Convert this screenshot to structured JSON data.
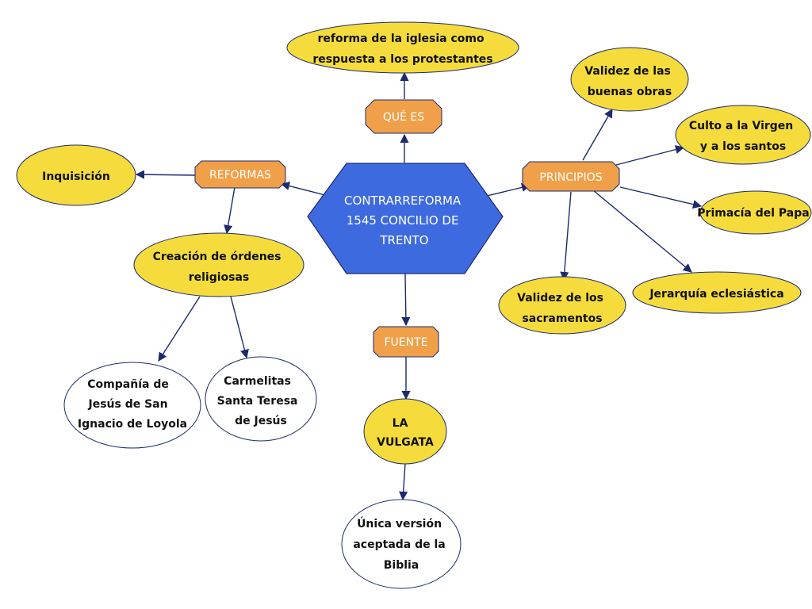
{
  "colors": {
    "yellow": "#f5dc3c",
    "orange": "#f0a048",
    "blue": "#3e6ae0",
    "white": "#ffffff",
    "stroke": "#1c2a6e"
  },
  "center": {
    "lines": [
      "CONTRARREFORMA",
      "1545 CONCILIO DE",
      "TRENTO"
    ]
  },
  "branches": {
    "que_es": "QUÉ ES",
    "reformas": "REFORMAS",
    "principios": "PRINCIPIOS",
    "fuente": "FUENTE"
  },
  "nodes": {
    "reforma": [
      "reforma de la iglesia como",
      "respuesta a los protestantes"
    ],
    "inquisicion": [
      "Inquisición"
    ],
    "creacion": [
      "Creación de órdenes",
      "religiosas"
    ],
    "compania": [
      "Compañía de",
      "Jesús de San",
      "Ignacio de Loyola"
    ],
    "carmelitas": [
      "Carmelitas",
      "Santa Teresa",
      "de Jesús"
    ],
    "vulgata": [
      "LA",
      "VULGATA"
    ],
    "unica": [
      "Única versión",
      "aceptada de la",
      "Biblia"
    ],
    "validez_obras": [
      "Validez de las",
      "buenas obras"
    ],
    "culto": [
      "Culto a la Virgen",
      "y a los santos"
    ],
    "primacia": [
      "Primacía del Papa"
    ],
    "jerarquia": [
      "Jerarquía eclesiástica"
    ],
    "validez_sacramentos": [
      "Validez de los",
      "sacramentos"
    ]
  }
}
